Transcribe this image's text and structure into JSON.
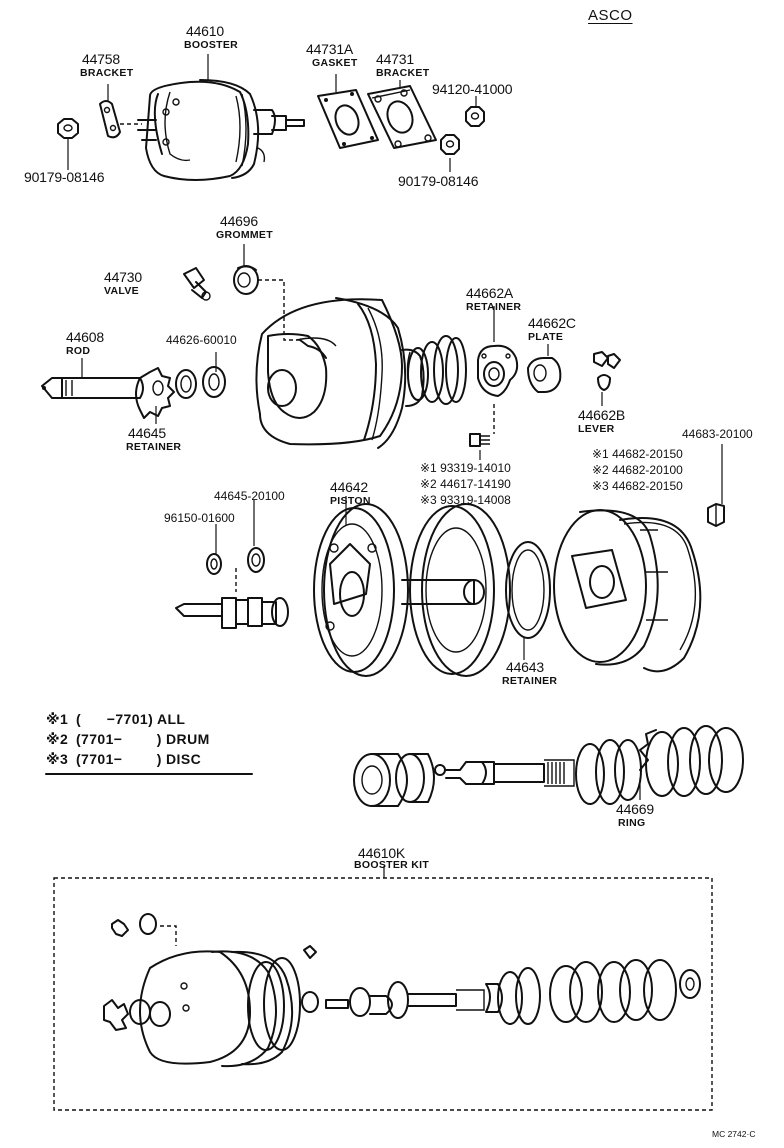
{
  "brand": "ASCO",
  "callouts": {
    "booster": {
      "part": "44610",
      "name": "BOOSTER"
    },
    "bracket_small": {
      "part": "44758",
      "name": "BRACKET"
    },
    "gasket": {
      "part": "44731A",
      "name": "GASKET"
    },
    "bracket_plate": {
      "part": "44731",
      "name": "BRACKET"
    },
    "nut_right": {
      "part": "94120-41000"
    },
    "nut_left": {
      "part": "90179-08146"
    },
    "nut_mid": {
      "part": "90179-08146"
    },
    "grommet": {
      "part": "44696",
      "name": "GROMMET"
    },
    "valve": {
      "part": "44730",
      "name": "VALVE"
    },
    "rod": {
      "part": "44608",
      "name": "ROD"
    },
    "seal": {
      "part": "44626-60010"
    },
    "retainer_a": {
      "part": "44662A",
      "name": "RETAINER"
    },
    "plate": {
      "part": "44662C",
      "name": "PLATE"
    },
    "lever": {
      "part": "44662B",
      "name": "LEVER"
    },
    "retainer_left": {
      "part": "44645",
      "name": "RETAINER"
    },
    "clip": {
      "part": "44683-20100"
    },
    "variants_mid": [
      "※1 93319-14010",
      "※2 44617-14190",
      "※3 93319-14008"
    ],
    "variants_right": [
      "※1 44682-20150",
      "※2 44682-20100",
      "※3 44682-20150"
    ],
    "washer_a": {
      "part": "44645-20100"
    },
    "washer_b": {
      "part": "96150-01600"
    },
    "piston": {
      "part": "44642",
      "name": "PISTON"
    },
    "retainer_ring": {
      "part": "44643",
      "name": "RETAINER"
    },
    "ring": {
      "part": "44669",
      "name": "RING"
    },
    "kit": {
      "part": "44610K",
      "name": "BOOSTER KIT"
    }
  },
  "legend": [
    {
      "mark": "※1",
      "text": "(      −7701) ALL"
    },
    {
      "mark": "※2",
      "text": "(7701−        ) DRUM"
    },
    {
      "mark": "※3",
      "text": "(7701−        ) DISC"
    }
  ],
  "drawing_code": "MC 2742·C"
}
